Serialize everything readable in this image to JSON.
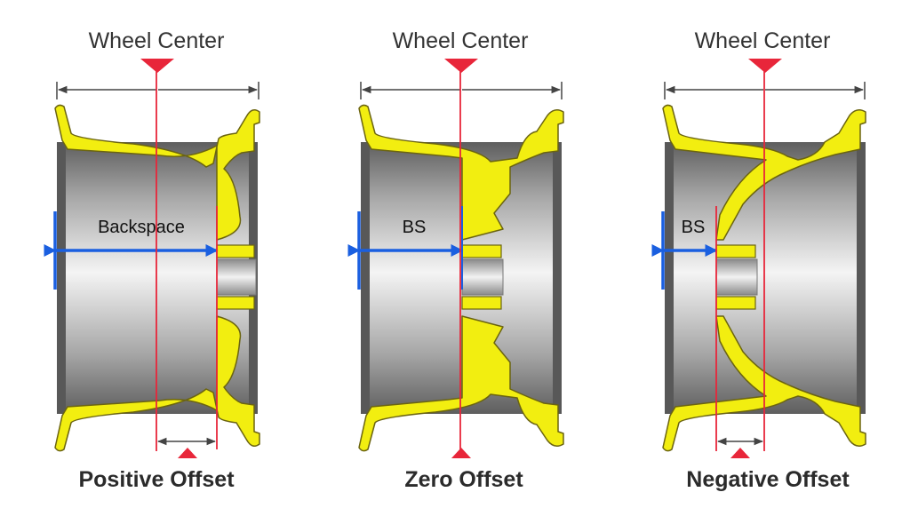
{
  "panels": [
    {
      "id": "positive",
      "wheel_center_label": "Wheel Center",
      "backspace_label": "Backspace",
      "caption": "Positive Offset"
    },
    {
      "id": "zero",
      "wheel_center_label": "Wheel Center",
      "backspace_label": "BS",
      "caption": "Zero Offset"
    },
    {
      "id": "negative",
      "wheel_center_label": "Wheel Center",
      "backspace_label": "BS",
      "caption": "Negative Offset"
    }
  ],
  "colors": {
    "rim_yellow": "#f2ee10",
    "rim_outline": "#6b6410",
    "center_line": "#e8263a",
    "marker": "#e8263a",
    "backspace_arrow": "#1a5fe0",
    "dimension_line": "#444444",
    "caption_text": "#2b2b2b"
  }
}
